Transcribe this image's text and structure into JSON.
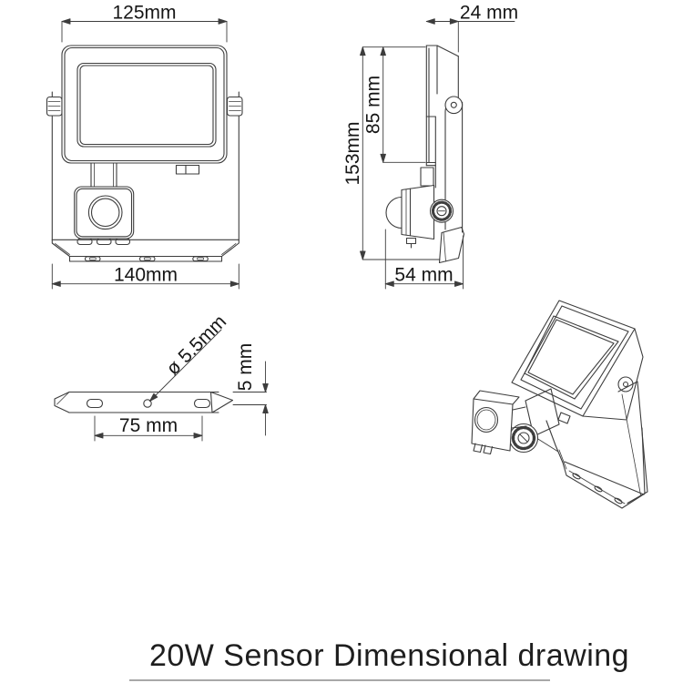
{
  "title": "20W Sensor Dimensional drawing",
  "colors": {
    "line": "#3d3d3d",
    "text": "#161616",
    "underline": "#a8a8a8"
  },
  "views": {
    "front": {
      "width_top": "125mm",
      "width_bottom": "140mm"
    },
    "side": {
      "depth_top": "24 mm",
      "height_overall": "153mm",
      "height_body": "85 mm",
      "width_bottom": "54 mm"
    },
    "plate": {
      "hole_diameter": "ø 5.5mm",
      "plate_thickness": "5 mm",
      "hole_spacing": "75 mm"
    }
  }
}
